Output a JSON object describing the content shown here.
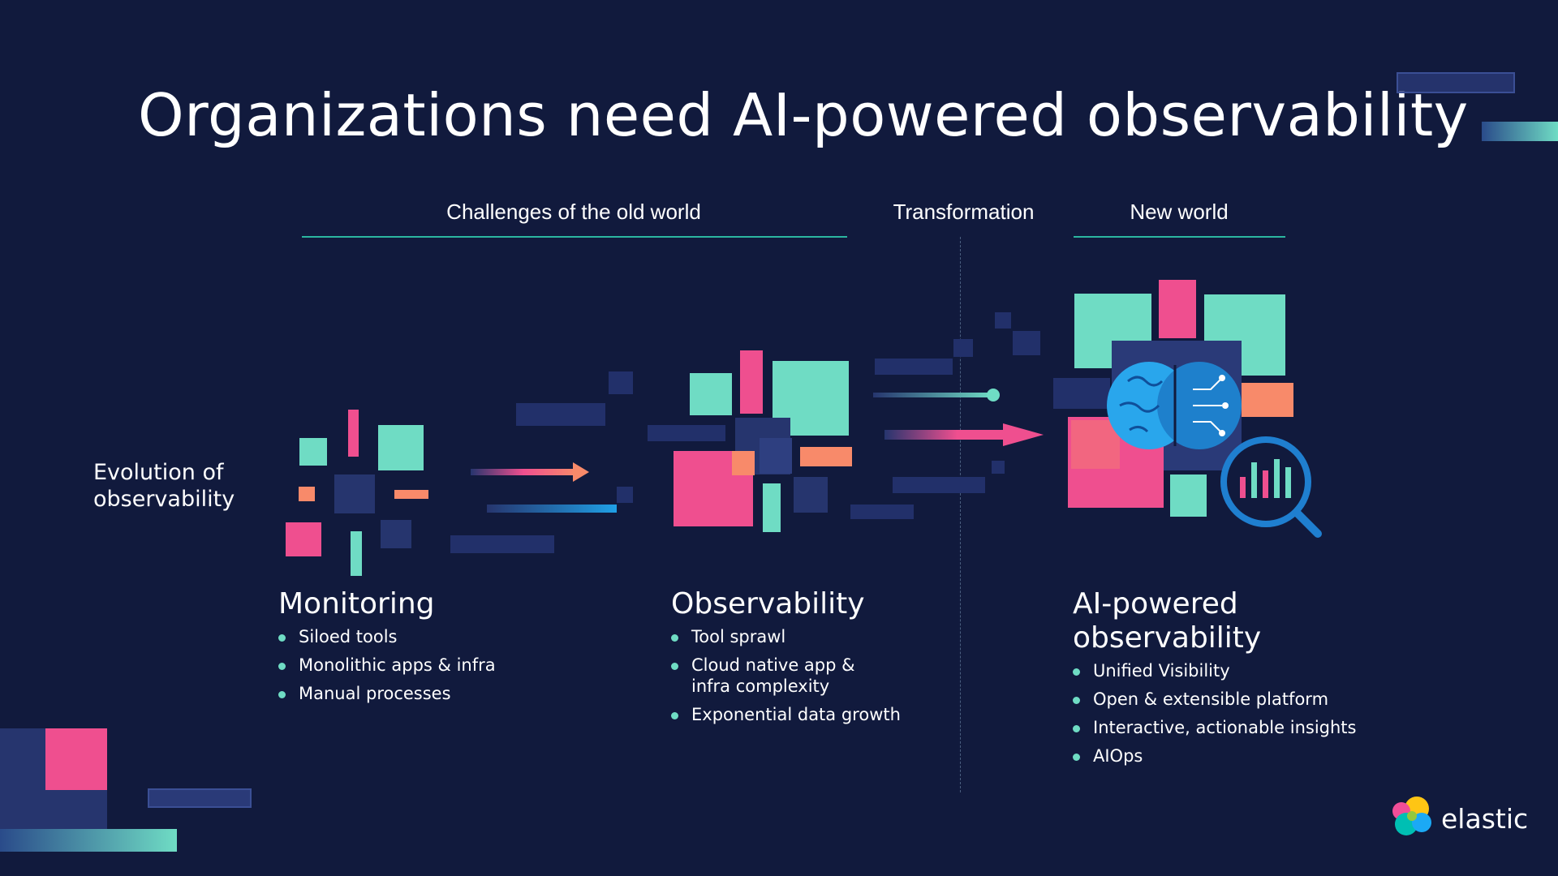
{
  "title": "Organizations need AI-powered observability",
  "sections": {
    "old_world": "Challenges of the old world",
    "transformation": "Transformation",
    "new_world": "New world"
  },
  "row_label": "Evolution of observability",
  "columns": [
    {
      "title": "Monitoring",
      "items": [
        "Siloed tools",
        "Monolithic apps & infra",
        "Manual processes"
      ]
    },
    {
      "title": "Observability",
      "items": [
        "Tool sprawl",
        "Cloud native app & infra complexity",
        "Exponential data growth"
      ]
    },
    {
      "title": "AI-powered observability",
      "items": [
        "Unified Visibility",
        "Open & extensible platform",
        "Interactive, actionable insights",
        "AIOps"
      ]
    }
  ],
  "logo": {
    "text": "elastic"
  },
  "colors": {
    "background": "#111a3d",
    "teal": "#6fdcc4",
    "pink": "#ef4f8f",
    "orange": "#f88a6a",
    "navy": "#26356e",
    "blue": "#1fa0e6"
  }
}
